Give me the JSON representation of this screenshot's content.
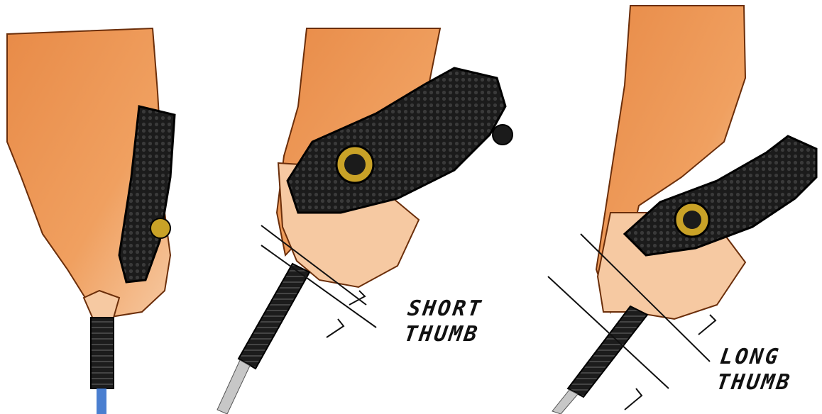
{
  "panels": [
    {
      "name": "front-view"
    },
    {
      "name": "short-thumb-view",
      "label": [
        "SHORT",
        "THUMB"
      ]
    },
    {
      "name": "long-thumb-view",
      "label": [
        "LONG",
        "THUMB"
      ]
    }
  ],
  "colors": {
    "skin_light": "#f6c9a2",
    "skin_mid": "#f0a060",
    "skin_dark": "#d9783a",
    "grip_black": "#1b1b1b",
    "grip_texture": "#3a3a3a",
    "logo_gold": "#c9a227",
    "shaft_silver": "#c7c7c7",
    "shaft_blue": "#4a7fd0",
    "line": "#111111",
    "background": "#ffffff"
  }
}
